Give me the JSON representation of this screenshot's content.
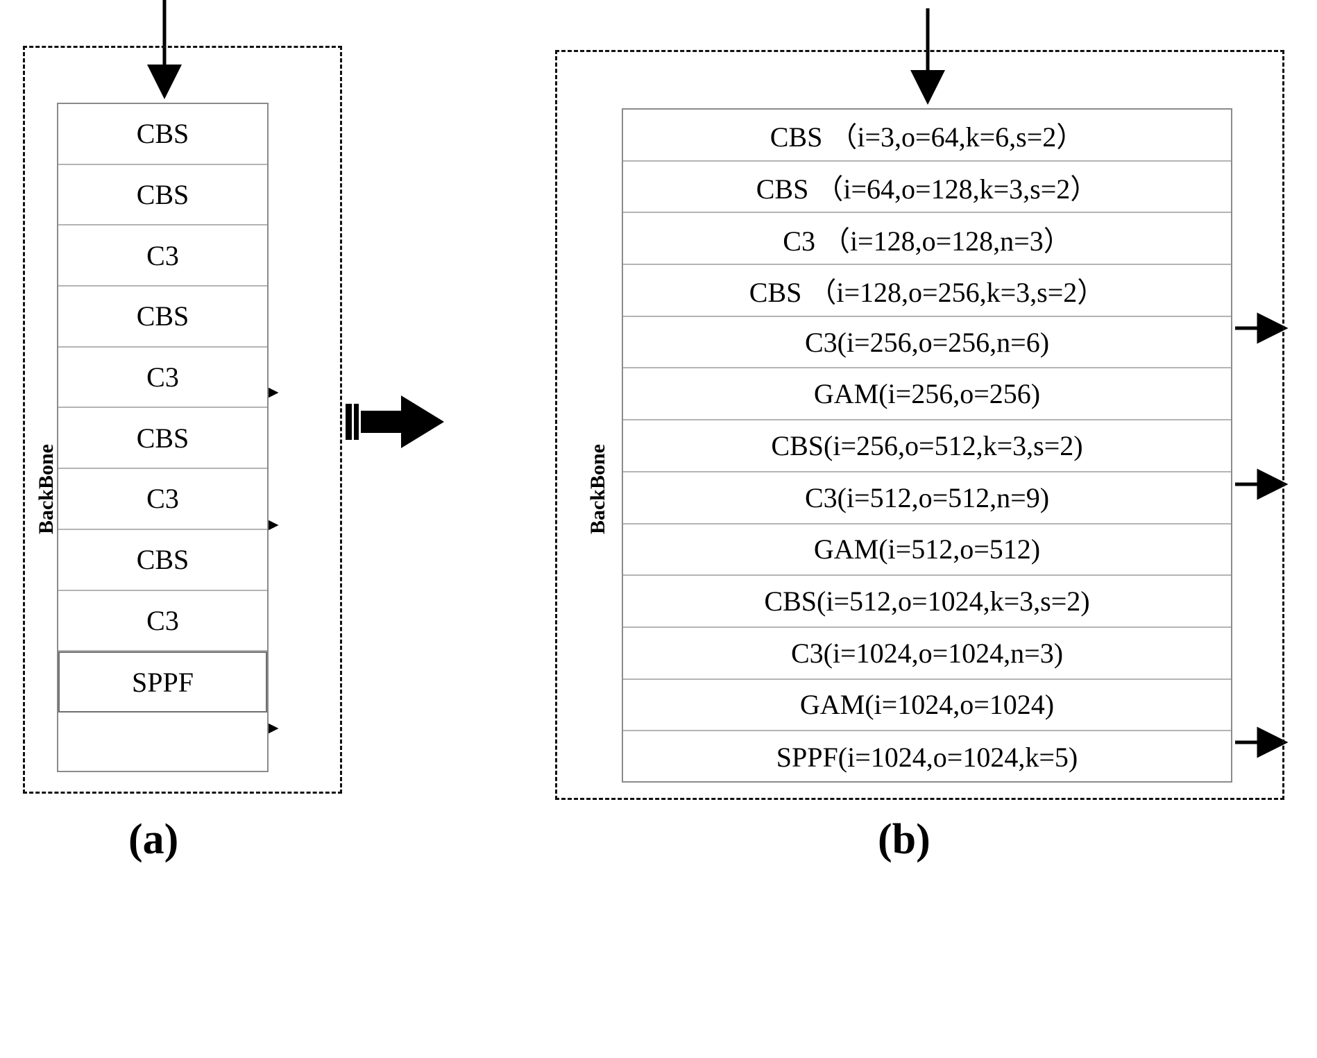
{
  "figure": {
    "type": "architecture-diagram",
    "description": "Comparison of baseline YOLOv5 backbone (a) and improved backbone with GAM attention modules (b)"
  },
  "panel_a": {
    "caption": "(a)",
    "group_label": "BackBone",
    "input_arrow": "down-arrow",
    "layers": [
      {
        "name": "CBS"
      },
      {
        "name": "CBS"
      },
      {
        "name": "C3"
      },
      {
        "name": "CBS"
      },
      {
        "name": "C3"
      },
      {
        "name": "CBS"
      },
      {
        "name": "C3"
      },
      {
        "name": "CBS"
      },
      {
        "name": "C3"
      },
      {
        "name": "SPPF"
      }
    ],
    "output_taps": [
      {
        "from_layer_index": 4,
        "label": "C3"
      },
      {
        "from_layer_index": 6,
        "label": "C3"
      },
      {
        "from_layer_index": 9,
        "label": "SPPF"
      }
    ]
  },
  "panel_b": {
    "caption": "(b)",
    "group_label": "BackBone",
    "input_arrow": "down-arrow",
    "layers": [
      {
        "name": "CBS （i=3,o=64,k=6,s=2）"
      },
      {
        "name": "CBS （i=64,o=128,k=3,s=2）"
      },
      {
        "name": "C3 （i=128,o=128,n=3）"
      },
      {
        "name": "CBS （i=128,o=256,k=3,s=2）"
      },
      {
        "name": "C3(i=256,o=256,n=6)"
      },
      {
        "name": "GAM(i=256,o=256)"
      },
      {
        "name": "CBS(i=256,o=512,k=3,s=2)"
      },
      {
        "name": "C3(i=512,o=512,n=9)"
      },
      {
        "name": "GAM(i=512,o=512)"
      },
      {
        "name": "CBS(i=512,o=1024,k=3,s=2)"
      },
      {
        "name": "C3(i=1024,o=1024,n=3)"
      },
      {
        "name": "GAM(i=1024,o=1024)"
      },
      {
        "name": "SPPF(i=1024,o=1024,k=5)"
      }
    ],
    "output_taps": [
      {
        "from_layer_index": 4,
        "label": "C3(i=256,o=256,n=6)"
      },
      {
        "from_layer_index": 7,
        "label": "C3(i=512,o=512,n=9)"
      },
      {
        "from_layer_index": 12,
        "label": "SPPF(i=1024,o=1024,k=5)"
      }
    ]
  },
  "transition": {
    "icon": "bold-right-arrow",
    "meaning": "improved-into"
  },
  "colors": {
    "stroke": "#111111",
    "cell_border": "#b4b4b4",
    "stack_border": "#8a8a8a",
    "background": "#ffffff"
  }
}
